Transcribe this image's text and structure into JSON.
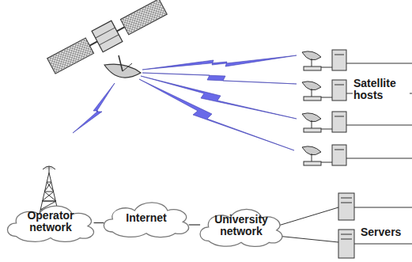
{
  "diagram": {
    "nodes": [
      {
        "text": [
          "Operator network"
        ]
      },
      {
        "text": [
          "Internet"
        ]
      },
      {
        "text": [
          "University network"
        ]
      }
    ],
    "edges": [
      {
        "from": 0,
        "to": 1,
        "arrow": "none"
      },
      {
        "from": 1,
        "to": 2,
        "arrow": "none"
      }
    ],
    "labels": [
      "Satellite hosts",
      "Servers"
    ]
  }
}
